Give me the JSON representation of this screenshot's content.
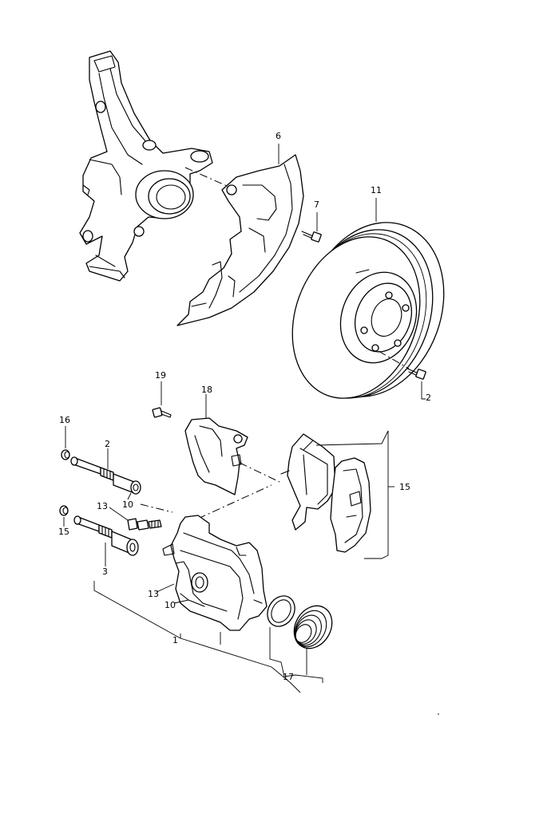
{
  "callouts": {
    "c6": "6",
    "c7": "7",
    "c11": "11",
    "c2_disc": "2",
    "c19": "19",
    "c18": "18",
    "c16_top": "16",
    "c2_pin": "2",
    "c10_top": "10",
    "c13_top": "13",
    "c15_left": "15",
    "c3": "3",
    "c13_bottom": "13",
    "c10_bottom": "10",
    "c1": "1",
    "c15_right": "15",
    "c17": "17"
  }
}
